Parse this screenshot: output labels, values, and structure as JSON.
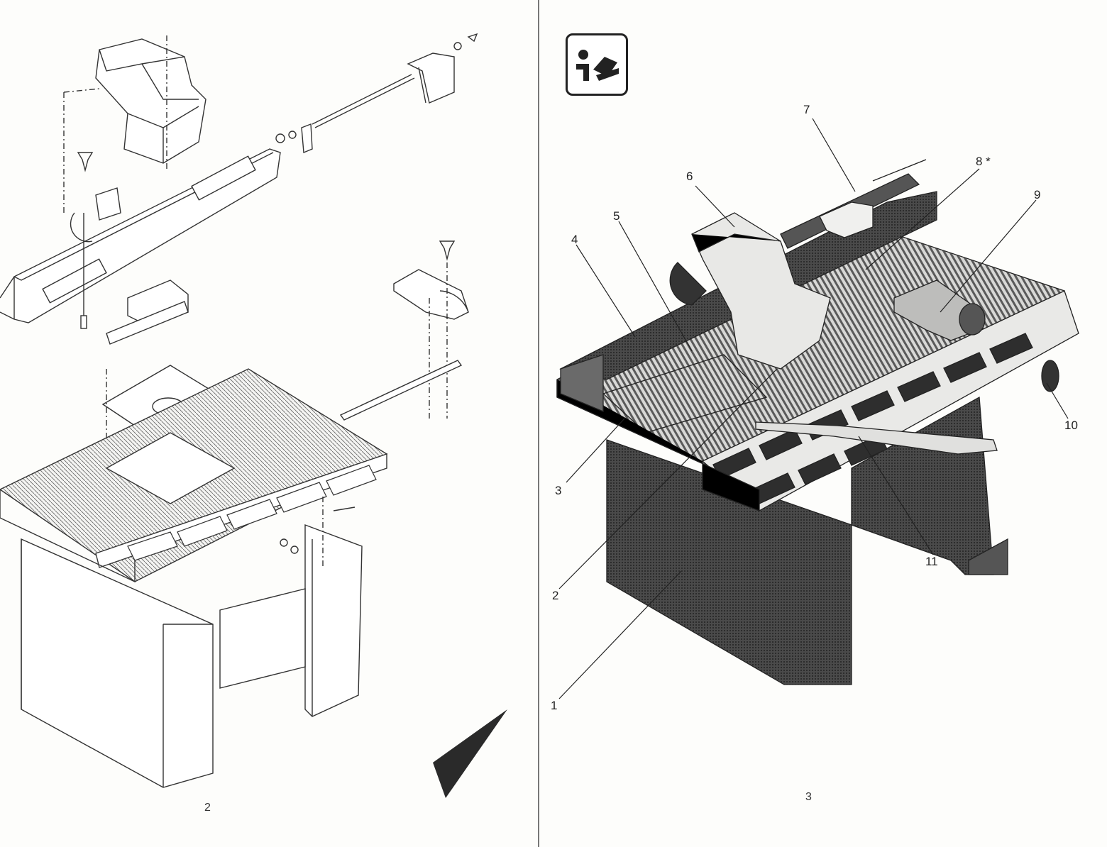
{
  "pages": [
    {
      "number": "2"
    },
    {
      "number": "3"
    }
  ],
  "callouts": [
    {
      "label": "1"
    },
    {
      "label": "2"
    },
    {
      "label": "3"
    },
    {
      "label": "4"
    },
    {
      "label": "5"
    },
    {
      "label": "6"
    },
    {
      "label": "7"
    },
    {
      "label": "8 *"
    },
    {
      "label": "9"
    },
    {
      "label": "10"
    },
    {
      "label": "11"
    }
  ],
  "icons": {
    "manual": "read-manual-icon"
  },
  "colors": {
    "paper": "#fdfdfb",
    "ink": "#222222",
    "shade": "#3a3a3a"
  }
}
